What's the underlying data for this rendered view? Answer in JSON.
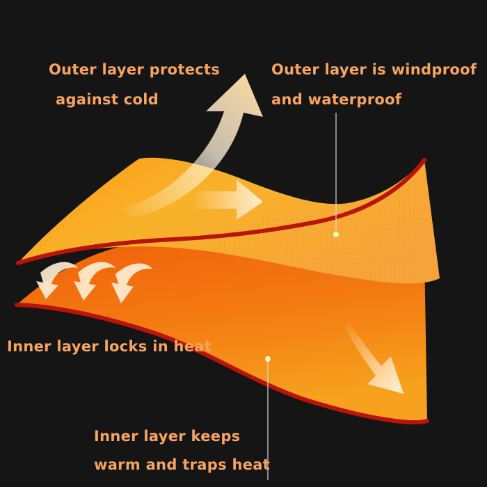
{
  "labels": {
    "outer_protects_line1": "Outer layer protects",
    "outer_protects_line2": "against cold",
    "outer_windproof_line1": "Outer layer is windproof",
    "outer_windproof_line2": "and waterproof",
    "inner_locks": "Inner layer locks in heat",
    "inner_keeps_line1": "Inner layer keeps",
    "inner_keeps_line2": "warm and traps heat"
  },
  "colors": {
    "background": "#151515",
    "label_text": "#f7a461",
    "outer_fabric": "#f6a81f",
    "inner_fabric": "#f06a0c",
    "edge_red": "#b8140a",
    "arrow_glow": "#fff2d6",
    "leader_line": "#d9d9d9"
  },
  "icons": [
    "arrow-up-icon",
    "arrow-right-icon",
    "curved-arrow-down-icon",
    "arrow-down-right-icon"
  ]
}
